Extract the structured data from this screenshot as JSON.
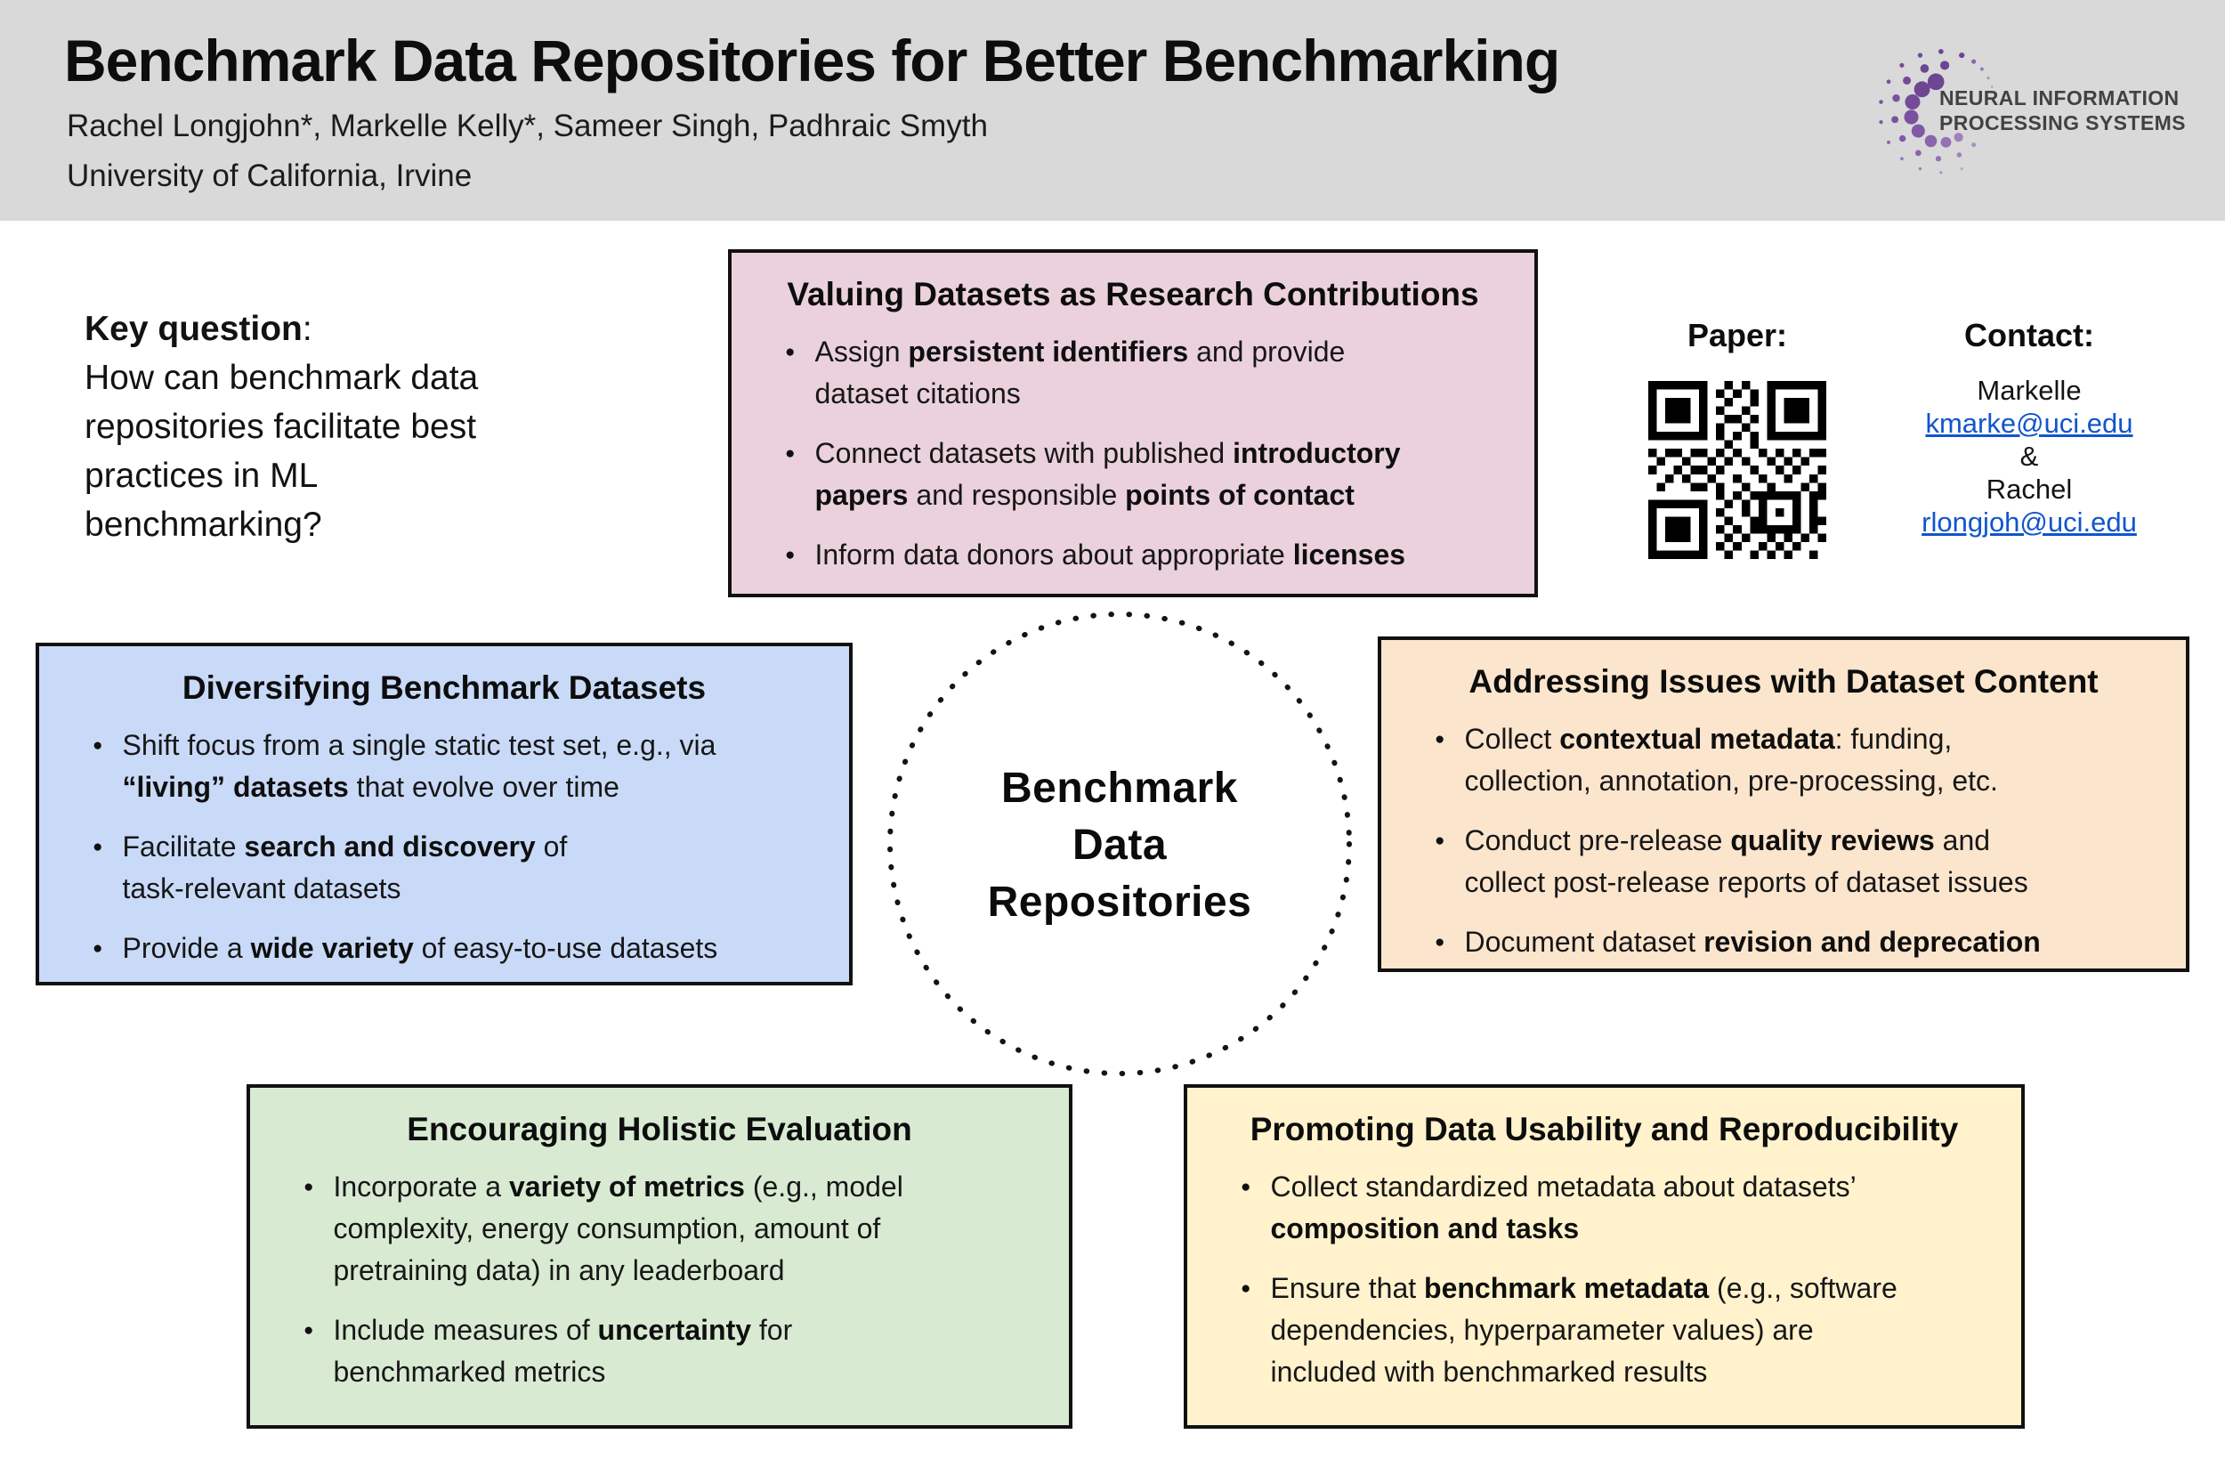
{
  "header": {
    "bg_color": "#d9d9d9",
    "title": "Benchmark Data Repositories for Better Benchmarking",
    "authors": "Rachel Longjohn*, Markelle Kelly*, Sameer Singh, Padhraic Smyth",
    "affiliation": "University of California, Irvine",
    "logo": {
      "icon": "neurips-logo",
      "line1": "NEURAL INFORMATION",
      "line2": "PROCESSING SYSTEMS",
      "dot_color": "#7e57a2",
      "text_color": "#424245"
    }
  },
  "key_question": {
    "label": "Key question",
    "separator": ":",
    "question": "How can benchmark data\nrepositories facilitate best\npractices in ML\nbenchmarking?"
  },
  "paper": {
    "label": "Paper:",
    "icon": "qr-code"
  },
  "contact": {
    "label": "Contact:",
    "name1": "Markelle",
    "email1": "kmarke@uci.edu",
    "connector": "&",
    "name2": "Rachel",
    "email2": "rlongjoh@uci.edu",
    "link_color": "#1155cc"
  },
  "center_circle": {
    "line1": "Benchmark",
    "line2": "Data",
    "line3": "Repositories"
  },
  "boxes": {
    "valuing": {
      "title": "Valuing Datasets as Research Contributions",
      "bg": "#ead1dc",
      "bullets": [
        [
          {
            "t": "Assign "
          },
          {
            "t": "persistent identifiers",
            "b": true
          },
          {
            "t": " and provide\ndataset citations"
          }
        ],
        [
          {
            "t": "Connect datasets with published "
          },
          {
            "t": "introductory\npapers",
            "b": true
          },
          {
            "t": " and responsible "
          },
          {
            "t": "points of contact",
            "b": true
          }
        ],
        [
          {
            "t": "Inform data donors about appropriate "
          },
          {
            "t": "licenses",
            "b": true
          }
        ]
      ]
    },
    "diversifying": {
      "title": "Diversifying Benchmark Datasets",
      "bg": "#c9daf8",
      "bullets": [
        [
          {
            "t": "Shift focus from a single static test set, e.g., via\n"
          },
          {
            "t": "“living” datasets",
            "b": true
          },
          {
            "t": " that evolve over time"
          }
        ],
        [
          {
            "t": "Facilitate "
          },
          {
            "t": "search and discovery",
            "b": true
          },
          {
            "t": " of\ntask-relevant datasets"
          }
        ],
        [
          {
            "t": "Provide a "
          },
          {
            "t": "wide variety",
            "b": true
          },
          {
            "t": " of easy-to-use datasets"
          }
        ]
      ]
    },
    "addressing": {
      "title": "Addressing Issues with Dataset Content",
      "bg": "#fce5cd",
      "bullets": [
        [
          {
            "t": "Collect "
          },
          {
            "t": "contextual metadata",
            "b": true
          },
          {
            "t": ": funding,\ncollection, annotation, pre-processing, etc."
          }
        ],
        [
          {
            "t": "Conduct pre-release "
          },
          {
            "t": "quality reviews",
            "b": true
          },
          {
            "t": " and\ncollect post-release reports of dataset issues"
          }
        ],
        [
          {
            "t": "Document dataset "
          },
          {
            "t": "revision and deprecation",
            "b": true
          }
        ]
      ]
    },
    "holistic": {
      "title": "Encouraging Holistic Evaluation",
      "bg": "#d9ead3",
      "bullets": [
        [
          {
            "t": "Incorporate a "
          },
          {
            "t": "variety of metrics",
            "b": true
          },
          {
            "t": " (e.g., model\ncomplexity, energy consumption, amount of\npretraining data) in any leaderboard"
          }
        ],
        [
          {
            "t": "Include measures of "
          },
          {
            "t": "uncertainty",
            "b": true
          },
          {
            "t": " for\nbenchmarked metrics"
          }
        ]
      ]
    },
    "usability": {
      "title": "Promoting Data Usability and Reproducibility",
      "bg": "#fff2cc",
      "bullets": [
        [
          {
            "t": "Collect standardized metadata about datasets’\n"
          },
          {
            "t": "composition and tasks",
            "b": true
          }
        ],
        [
          {
            "t": "Ensure that "
          },
          {
            "t": "benchmark metadata",
            "b": true
          },
          {
            "t": " (e.g., software\ndependencies, hyperparameter values) are\nincluded with benchmarked results"
          }
        ]
      ]
    }
  }
}
